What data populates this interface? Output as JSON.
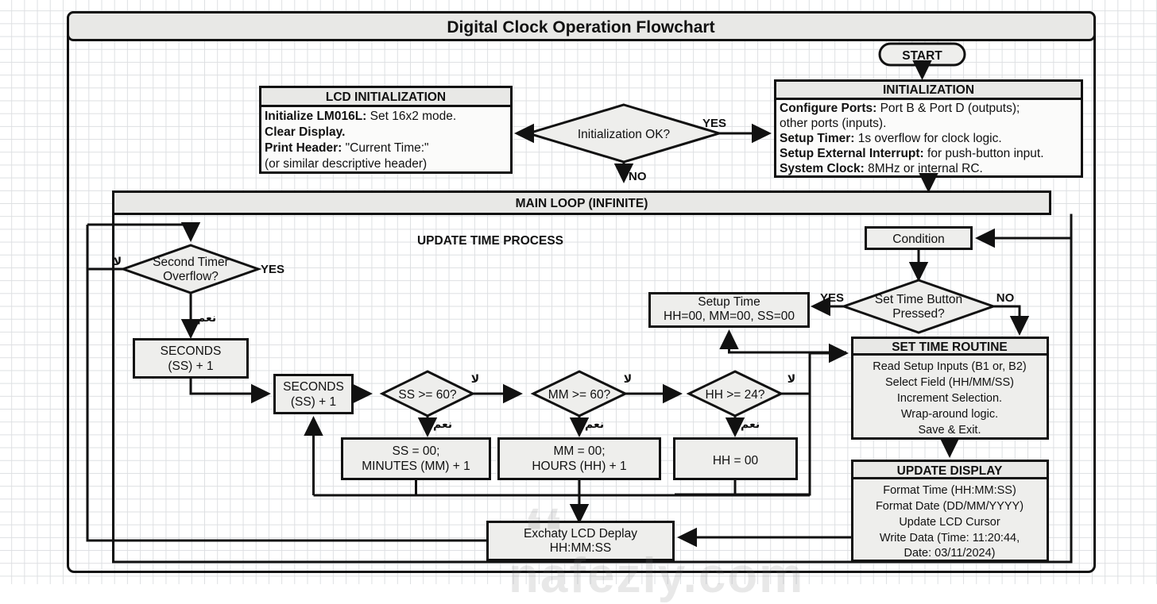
{
  "title": "Digital Clock Operation Flowchart",
  "watermark": "nafezly.com",
  "nodes": {
    "start": "START",
    "init_header": "INITIALIZATION",
    "init_lines": [
      {
        "bold": "Configure Ports:",
        "rest": " Port B & Port D (outputs);"
      },
      {
        "bold": "",
        "rest": "other ports (inputs)."
      },
      {
        "bold": "Setup Timer:",
        "rest": " 1s overflow for clock logic."
      },
      {
        "bold": "Setup External Interrupt:",
        "rest": " for push-button input."
      },
      {
        "bold": "System Clock:",
        "rest": " 8MHz or internal RC."
      }
    ],
    "init_ok": "Initialization OK?",
    "lcd_header": "LCD INITIALIZATION",
    "lcd_lines": [
      {
        "bold": "Initialize LM016L:",
        "rest": " Set 16x2 mode."
      },
      {
        "bold": "Clear Display.",
        "rest": ""
      },
      {
        "bold": "Print Header:",
        "rest": " \"Current Time:\""
      },
      {
        "bold": "",
        "rest": "(or similar descriptive header)"
      }
    ],
    "main_loop_header": "MAIN LOOP (INFINITE)",
    "update_time_process": "UPDATE TIME PROCESS",
    "second_timer": [
      "Second Timer",
      "Overflow?"
    ],
    "seconds_inc_1": [
      "SECONDS",
      "(SS) + 1"
    ],
    "seconds_inc_2": [
      "SECONDS",
      "(SS) + 1"
    ],
    "ss_check": "SS >= 60?",
    "mm_check": "MM >= 60?",
    "hh_check": "HH >= 24?",
    "ss_reset": [
      "SS = 00;",
      "MINUTES (MM) + 1"
    ],
    "mm_reset": [
      "MM = 00;",
      "HOURS (HH) + 1"
    ],
    "hh_reset": [
      "HH = 00"
    ],
    "condition": "Condition",
    "set_time_button": [
      "Set Time Button",
      "Pressed?"
    ],
    "setup_time": [
      "Setup Time",
      "HH=00, MM=00, SS=00"
    ],
    "set_time_routine_header": "SET TIME ROUTINE",
    "set_time_routine_lines": [
      "Read Setup Inputs (B1 or, B2)",
      "Select Field (HH/MM/SS)",
      "Increment Selection.",
      "Wrap-around logic.",
      "Save & Exit."
    ],
    "update_display_header": "UPDATE DISPLAY",
    "update_display_lines": [
      "Format Time (HH:MM:SS)",
      "Format Date (DD/MM/YYYY)",
      "Update LCD Cursor",
      "Write Data (Time: 11:20:44,",
      "Date: 03/11/2024)"
    ],
    "lcd_display": [
      "Exchaty LCD Deplay",
      "HH:MM:SS"
    ]
  },
  "edge_labels": {
    "yes": "YES",
    "no": "NO",
    "ar_yes": "نعم",
    "ar_no": "لا"
  },
  "colors": {
    "node_fill": "#eeeeec",
    "stroke": "#111111",
    "grid": "#d8dade",
    "background": "#ffffff"
  }
}
